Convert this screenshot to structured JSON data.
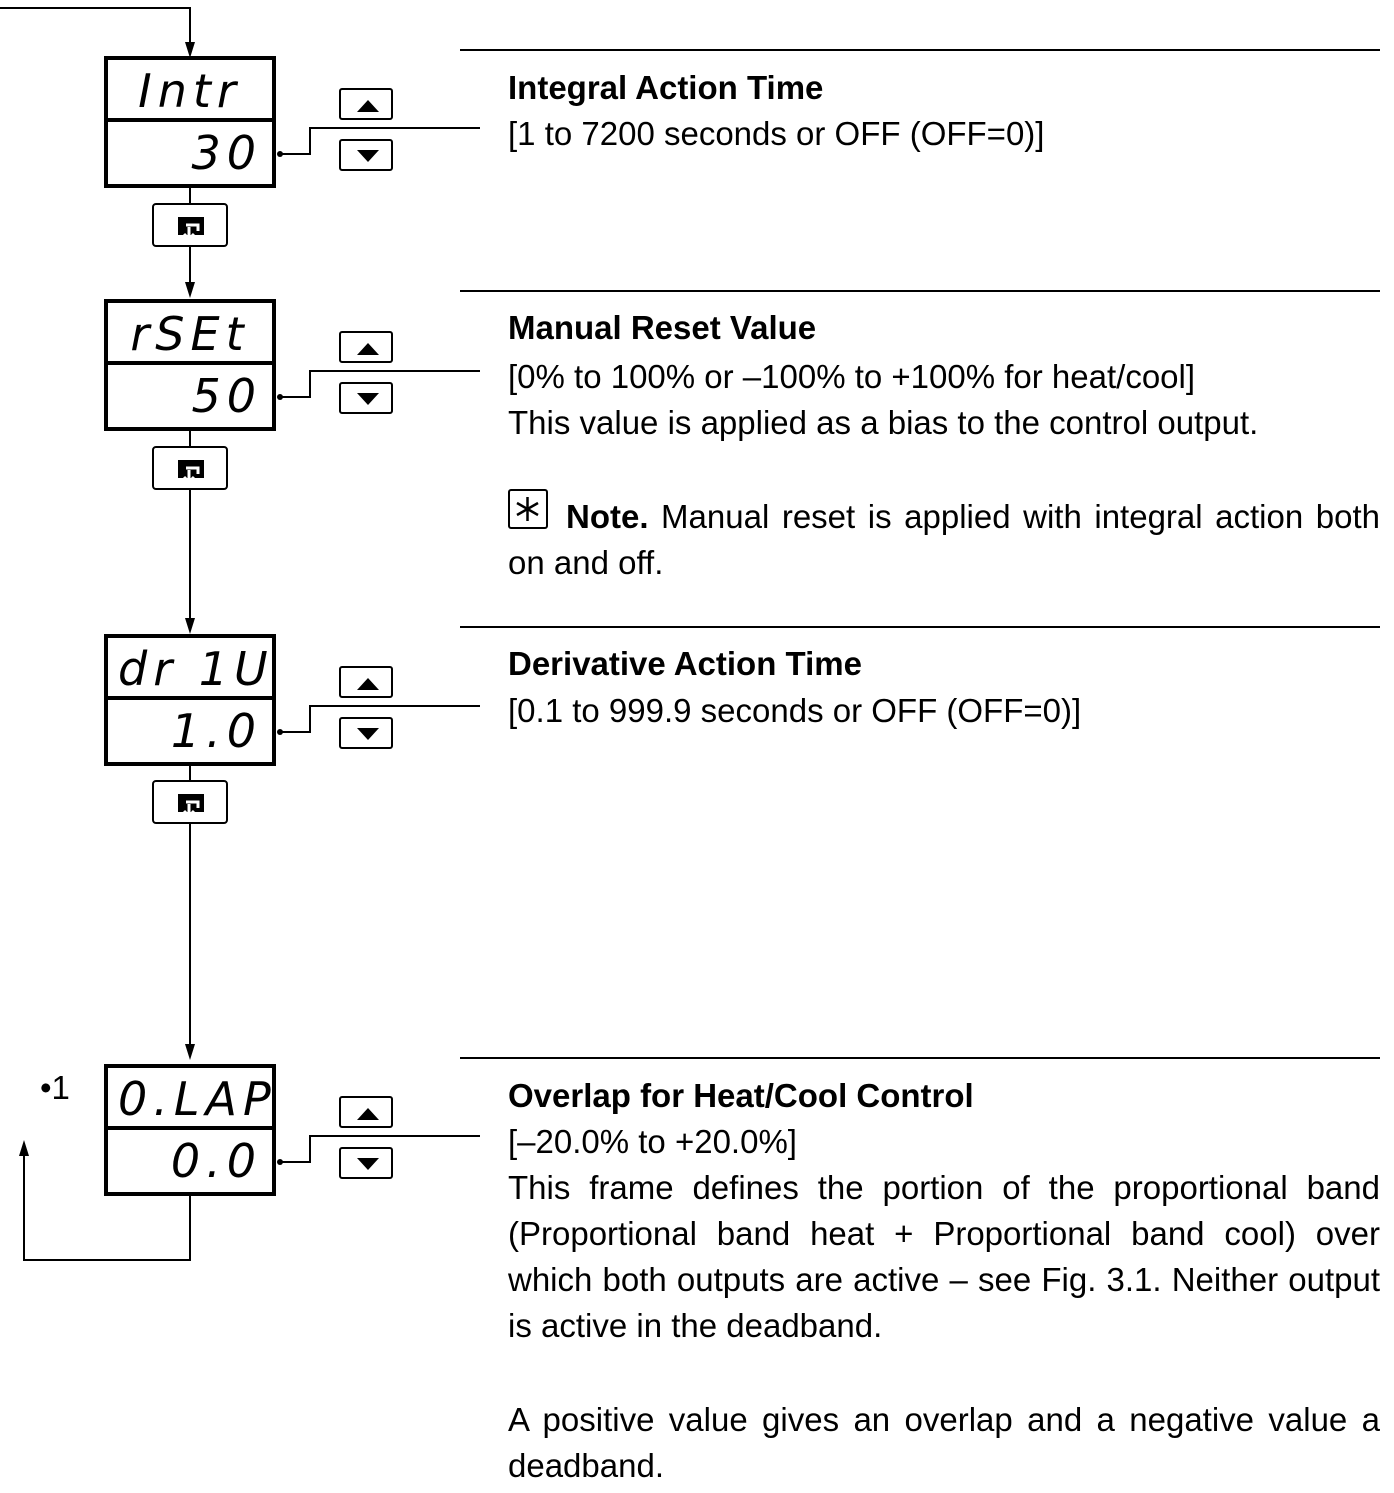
{
  "frames": [
    {
      "display_top": "Intr",
      "display_bottom": "30",
      "title": "Integral Action Time",
      "range": "[1 to 7200 seconds or OFF (OFF=0)]"
    },
    {
      "display_top": "rSEt",
      "display_bottom": "50",
      "title": "Manual Reset Value",
      "range": "[0% to 100% or –100% to +100% for heat/cool]",
      "description": "This value is applied as a bias to the control output.",
      "note_icon": "asterisk-icon",
      "note_label": "Note.",
      "note_text": " Manual reset is applied with integral action both on and off."
    },
    {
      "display_top": "dr 1U",
      "display_bottom": "1.0",
      "title": "Derivative Action Time",
      "range": "[0.1 to 999.9 seconds or OFF (OFF=0)]"
    },
    {
      "marker": "•1",
      "display_top": "0.LAP",
      "display_bottom": "0.0",
      "title": "Overlap for Heat/Cool Control",
      "range": "[–20.0% to +20.0%]",
      "description": "This frame defines the portion of the proportional band (Proportional band heat + Proportional band cool) over which both outputs are active – see Fig. 3.1. Neither output is active in the deadband.",
      "description2": "A positive value gives an overlap and a negative value a deadband."
    }
  ],
  "icons": {
    "raise": "up-arrow-key-icon",
    "lower": "down-arrow-key-icon",
    "advance": "enter-key-icon"
  }
}
